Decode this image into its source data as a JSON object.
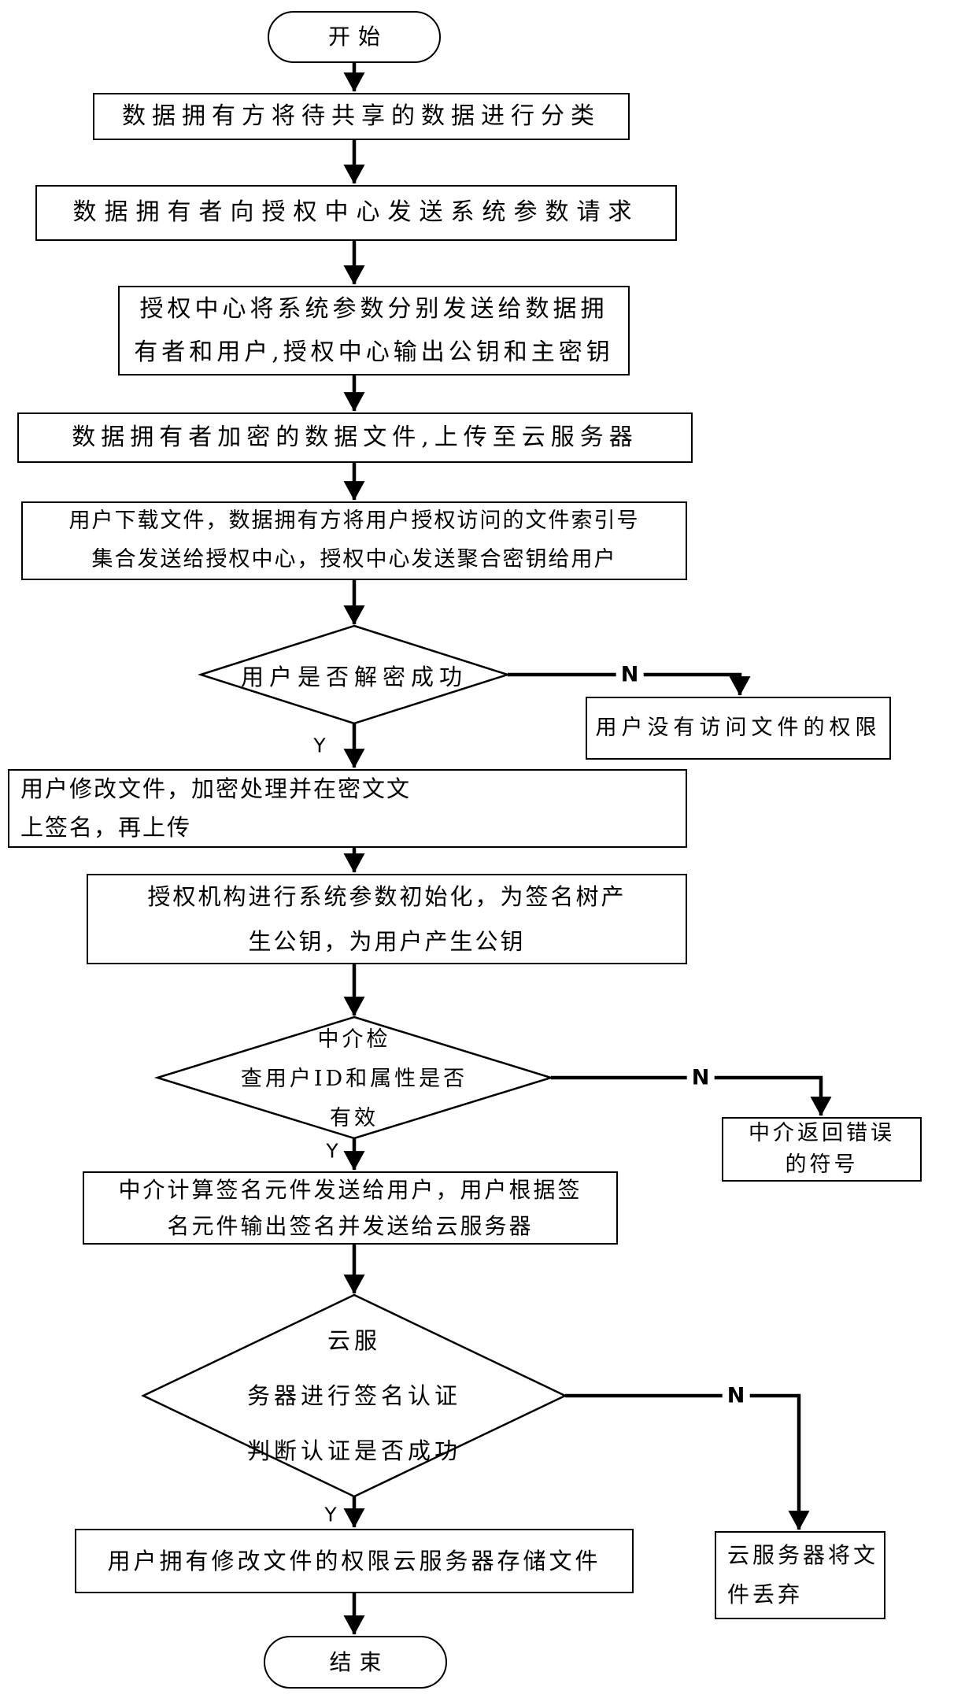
{
  "colors": {
    "line": "#000000",
    "shape_fill": "#ffffff",
    "background": "#ffffff"
  },
  "flowchart": {
    "nodes": {
      "start": {
        "label": "开始"
      },
      "step1": {
        "label": "数据拥有方将待共享的数据进行分类"
      },
      "step2": {
        "label": "数据拥有者向授权中心发送系统参数请求"
      },
      "step3": {
        "lines": [
          "授权中心将系统参数分别发送给数据拥",
          "有者和用户,授权中心输出公钥和主密钥"
        ]
      },
      "step4": {
        "label": "数据拥有者加密的数据文件,上传至云服务器"
      },
      "step5": {
        "lines": [
          "用户下载文件，数据拥有方将用户授权访问的文件索引号",
          "集合发送给授权中心，授权中心发送聚合密钥给用户"
        ]
      },
      "decision1": {
        "label": "用户是否解密成功"
      },
      "no_access": {
        "label": "用户没有访问文件的权限"
      },
      "step6": {
        "lines": [
          "用户修改文件，加密处理并在密文文",
          "上签名，再上传"
        ]
      },
      "step7": {
        "lines": [
          "授权机构进行系统参数初始化，为签名树产",
          "生公钥，为用户产生公钥"
        ]
      },
      "decision2": {
        "lines": [
          "中介检",
          "查用户ID和属性是否",
          "有效"
        ]
      },
      "error_symbol": {
        "lines": [
          "中介返回错误",
          "的符号"
        ]
      },
      "step8": {
        "lines": [
          "中介计算签名元件发送给用户，用户根据签",
          "名元件输出签名并发送给云服务器"
        ]
      },
      "decision3": {
        "lines": [
          "云服",
          "务器进行签名认证",
          "判断认证是否成功"
        ]
      },
      "discard": {
        "lines": [
          "云服务器将文",
          "件丢弃"
        ]
      },
      "step9": {
        "label": "用户拥有修改文件的权限云服务器存储文件"
      },
      "end": {
        "label": "结束"
      }
    },
    "edge_labels": {
      "yes": "Y",
      "no": "N"
    }
  }
}
